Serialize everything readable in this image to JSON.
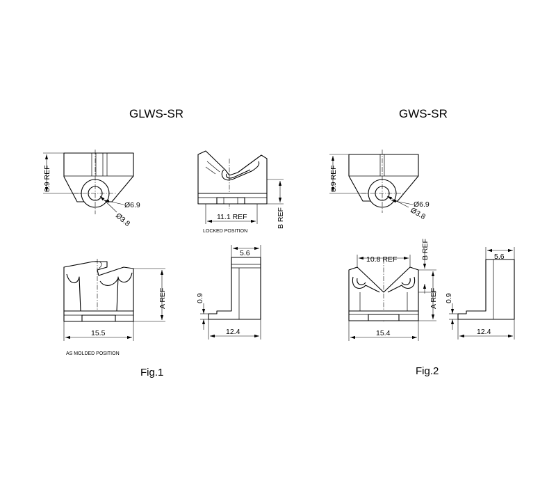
{
  "titles": {
    "left": "GLWS-SR",
    "right": "GWS-SR"
  },
  "figures": {
    "left": "Fig.1",
    "right": "Fig.2"
  },
  "notes": {
    "locked": "LOCKED POSITION",
    "molded": "AS MOLDED POSITION"
  },
  "fig1": {
    "height_ref": "8.9  REF",
    "outer_dia": "Ø6.9",
    "inner_dia": "Ø3.8",
    "locked_width": "11.1  REF",
    "b_ref": "B  REF",
    "a_ref": "A  REF",
    "width": "15.5",
    "depth": "12.4",
    "thickness": "0.9",
    "top_width": "5.6"
  },
  "fig2": {
    "height_ref": "8.9  REF",
    "outer_dia": "Ø6.9",
    "inner_dia": "Ø3.8",
    "slot_width": "10.8  REF",
    "b_ref": "B  REF",
    "a_ref": "A  REF",
    "width": "15.4",
    "depth": "12.4",
    "thickness": "0.9",
    "top_width": "5.6"
  }
}
